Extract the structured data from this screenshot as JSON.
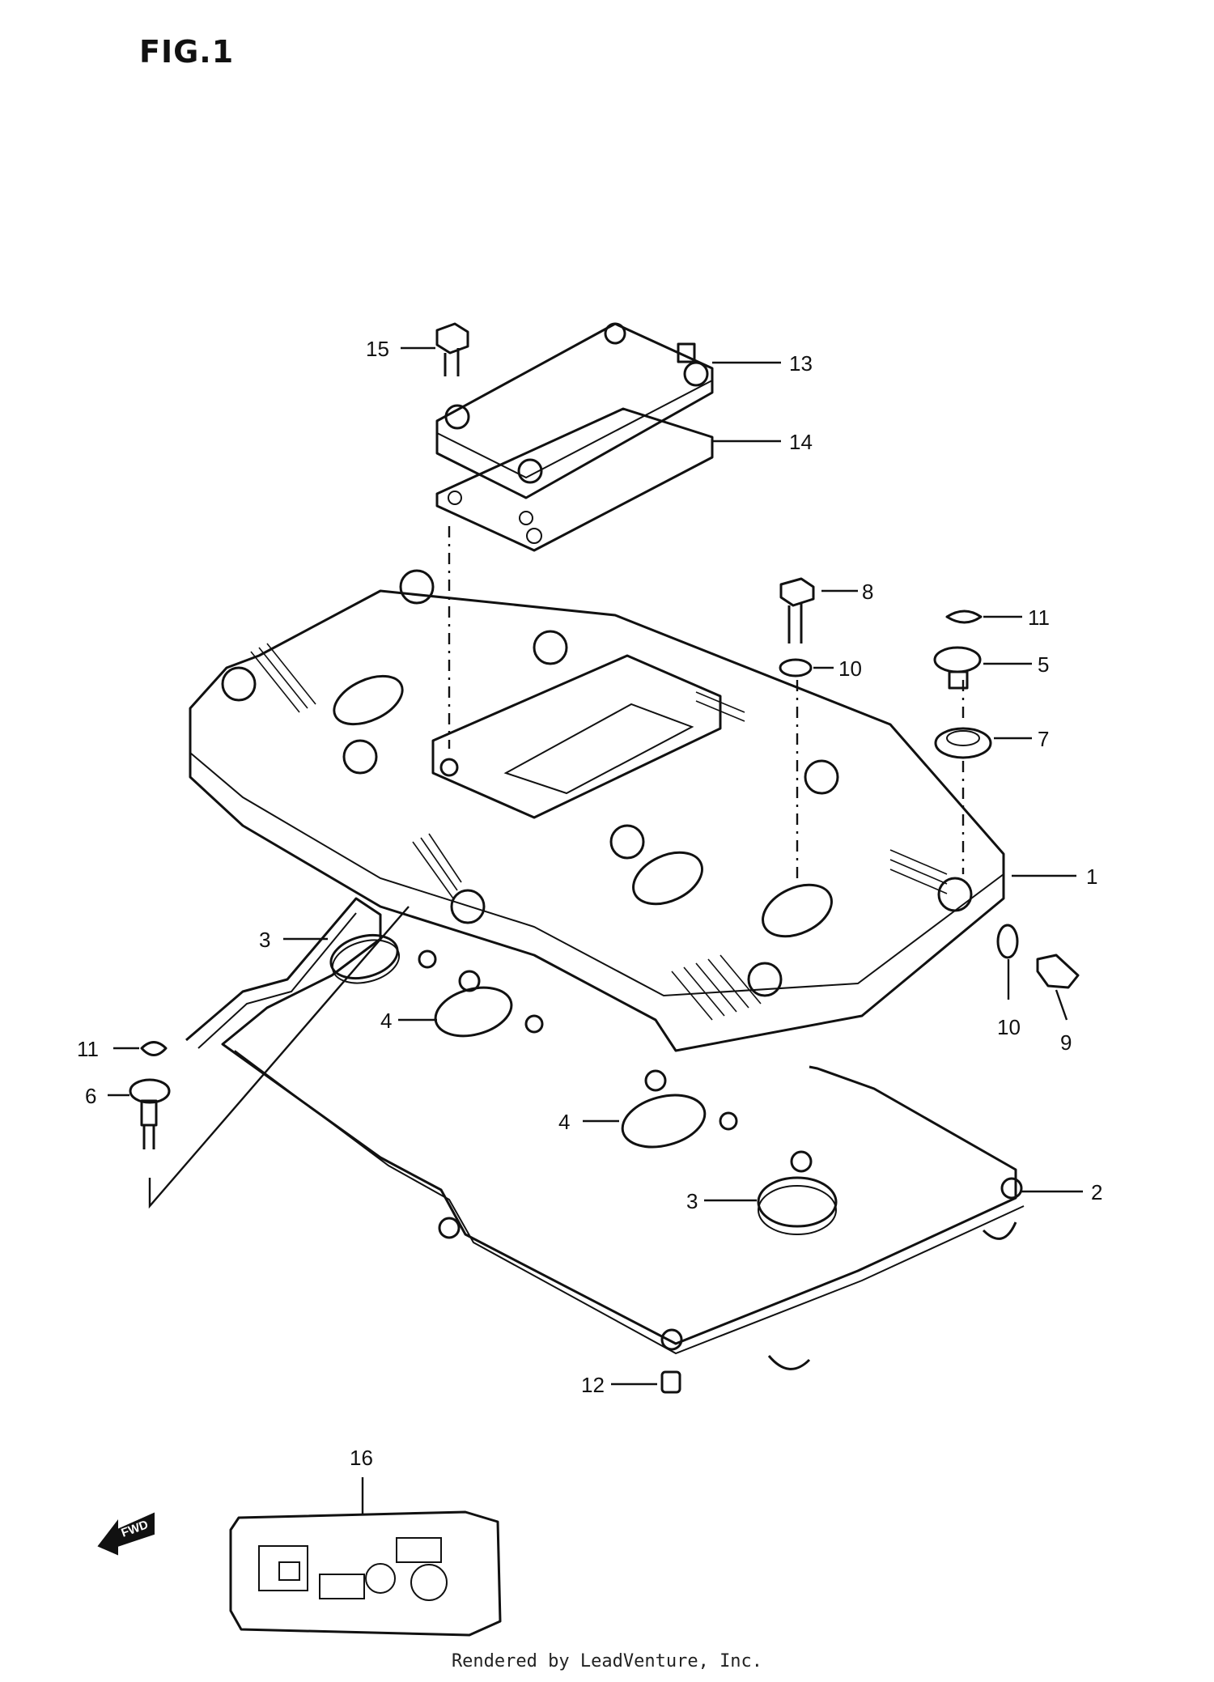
{
  "figure": {
    "title": "FIG.1"
  },
  "callouts": {
    "c1": "1",
    "c2": "2",
    "c3a": "3",
    "c3b": "3",
    "c4a": "4",
    "c4b": "4",
    "c5": "5",
    "c6": "6",
    "c7": "7",
    "c8": "8",
    "c9": "9",
    "c10a": "10",
    "c10b": "10",
    "c11a": "11",
    "c11b": "11",
    "c12": "12",
    "c13": "13",
    "c14": "14",
    "c15": "15",
    "c16": "16"
  },
  "fwd_badge": "FWD",
  "footer": "Rendered by LeadVenture, Inc.",
  "colors": {
    "ink": "#111111",
    "paper": "#ffffff"
  }
}
